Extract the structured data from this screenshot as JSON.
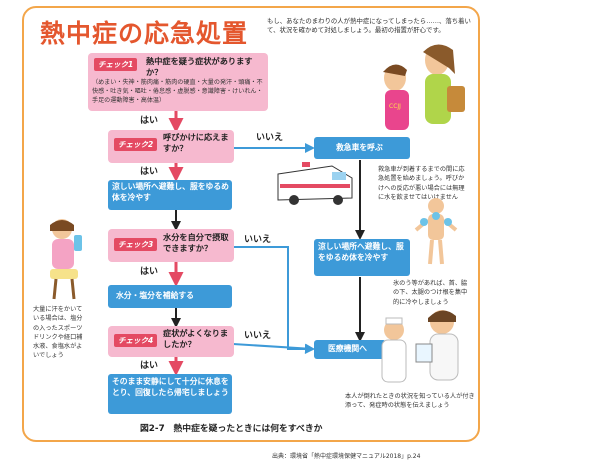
{
  "title": "熱中症の応急処置",
  "intro": "もし、あなたのまわりの人が熱中症になってしまったら……、落ち着いて、状況を確かめて対処しましょう。最初の措置が肝心です。",
  "check1": {
    "badge": "チェック1",
    "question": "熱中症を疑う症状がありますか？",
    "symptoms": "（めまい・失神・筋肉痛・筋肉の硬直・大量の発汗・頭痛・不快感・吐き気・嘔吐・倦怠感・虚脱感・意識障害・けいれん・手足の運動障害・高体温）"
  },
  "check2": {
    "badge": "チェック2",
    "question": "呼びかけに応えますか？"
  },
  "check3": {
    "badge": "チェック3",
    "question": "水分を自分で摂取できますか？"
  },
  "check4": {
    "badge": "チェック4",
    "question": "症状がよくなりましたか？"
  },
  "yes_label": "はい",
  "no_label": "いいえ",
  "actions": {
    "cool_body": "涼しい場所へ避難し、服をゆるめ体を冷やす",
    "hydrate": "水分・塩分を補給する",
    "rest": "そのまま安静にして十分に休息をとり、回復したら帰宅しましょう",
    "ambulance": "救急車を呼ぶ",
    "cool_body_right": "涼しい場所へ避難し、服をゆるめ体を冷やす",
    "hospital": "医療機関へ"
  },
  "notes": {
    "ambulance_note": "救急車が到着するまでの間に応急処置を始めましょう。呼びかけへの反応が悪い場合には無理に水を飲ませてはいけません",
    "ice_note": "氷のう等があれば、首、脇の下、太腿のつけ根を集中的に冷やしましょう",
    "hospital_note": "本人が倒れたときの状況を知っている人が付き添って、発症時の状態を伝えましょう",
    "sweat_note": "大量に汗をかいている場合は、塩分の入ったスポーツドリンクや経口補水液、食塩水がよいでしょう"
  },
  "caption": "図2-7　熱中症を疑ったときには何をすべきか",
  "source": "出典：環境省「熱中症環境保健マニュアル2018」p.24",
  "colors": {
    "pink": "#f6b9cf",
    "badge": "#e44a63",
    "blue": "#3d9ad8",
    "title": "#e4572e",
    "frame": "#f3a64a"
  }
}
